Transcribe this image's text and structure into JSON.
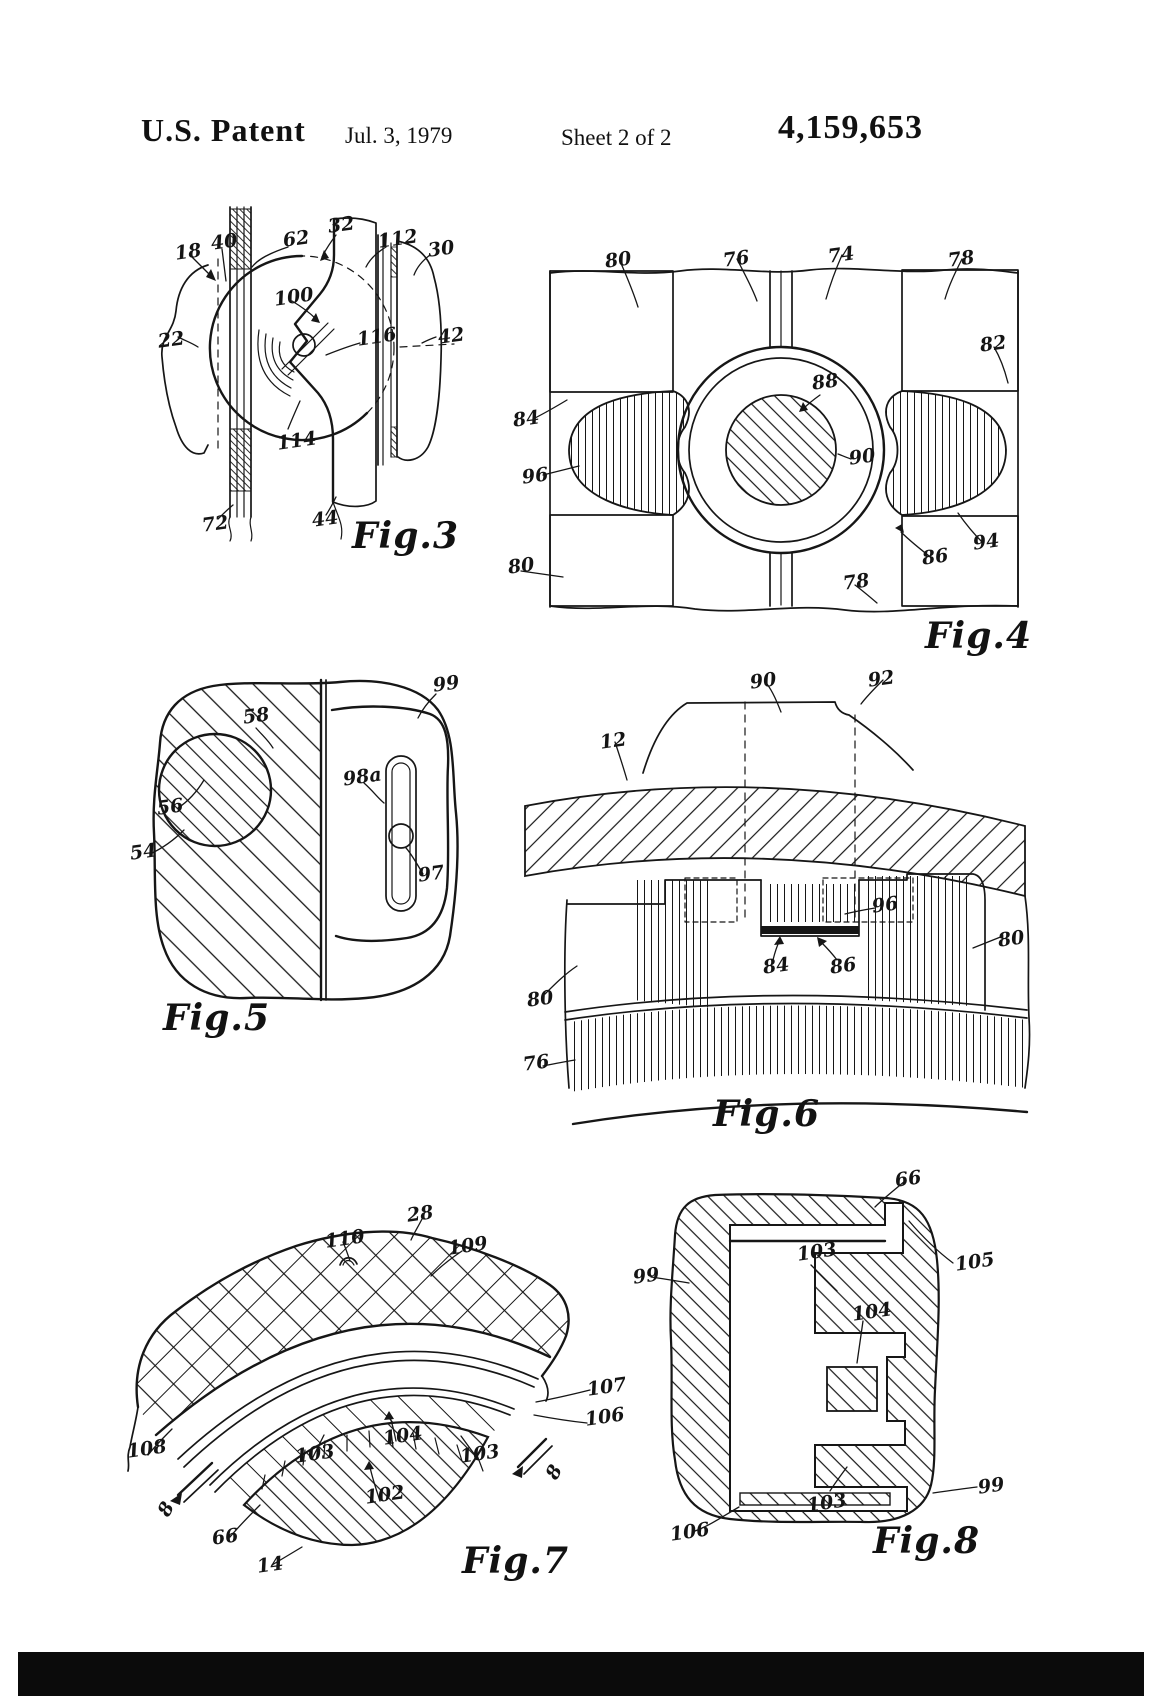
{
  "header": {
    "title": "U.S. Patent",
    "date": "Jul. 3, 1979",
    "sheet": "Sheet 2 of 2",
    "patent_number": "4,159,653"
  },
  "colors": {
    "ink": "#161616",
    "paper": "#ffffff"
  },
  "figures": {
    "fig3": {
      "caption": "Fig.3",
      "refs": {
        "r18": "18",
        "r40": "40",
        "r62": "62",
        "r32": "32",
        "r112": "112",
        "r30": "30",
        "r22": "22",
        "r100": "100",
        "r116": "116",
        "r42": "42",
        "r114": "114",
        "r72": "72",
        "r44": "44"
      }
    },
    "fig4": {
      "caption": "Fig.4",
      "refs": {
        "r80a": "80",
        "r76": "76",
        "r74": "74",
        "r78a": "78",
        "r82": "82",
        "r84": "84",
        "r96": "96",
        "r88": "88",
        "r90": "90",
        "r80b": "80",
        "r86": "86",
        "r94": "94",
        "r78b": "78"
      }
    },
    "fig5": {
      "caption": "Fig.5",
      "refs": {
        "r58": "58",
        "r56": "56",
        "r54": "54",
        "r98a": "98a",
        "r99": "99",
        "r97": "97"
      }
    },
    "fig6": {
      "caption": "Fig.6",
      "refs": {
        "r90": "90",
        "r92": "92",
        "r12": "12",
        "r96": "96",
        "r84": "84",
        "r86": "86",
        "r80a": "80",
        "r80b": "80",
        "r76": "76"
      }
    },
    "fig7": {
      "caption": "Fig.7",
      "refs": {
        "r110": "110",
        "r28": "28",
        "r109": "109",
        "r107": "107",
        "r106": "106",
        "r108": "108",
        "r8a": "8",
        "r66": "66",
        "r14": "14",
        "r103a": "103",
        "r104": "104",
        "r102": "102",
        "r103b": "103",
        "r8b": "8"
      }
    },
    "fig8": {
      "caption": "Fig.8",
      "refs": {
        "r66": "66",
        "r103a": "103",
        "r105": "105",
        "r99a": "99",
        "r104": "104",
        "r99b": "99",
        "r103b": "103",
        "r106": "106"
      }
    }
  }
}
